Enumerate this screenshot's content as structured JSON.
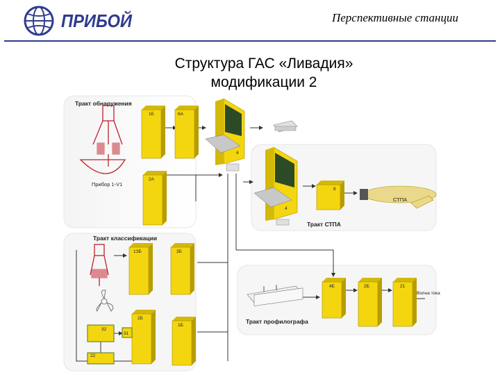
{
  "header": {
    "title": "Перспективные станции",
    "logo_text": "ПРИБОЙ"
  },
  "slide": {
    "title_line1": "Структура ГАС «Ливадия»",
    "title_line2": "модификации 2"
  },
  "diagram": {
    "tract_detection": "Тракт обнаружения",
    "device_label": "Прибор 1-V1",
    "tract_classification": "Тракт классификации",
    "tract_stpa": "Тракт СТПА",
    "tract_profilograph": "Тракт профилографа",
    "stpa_label": "СТПА",
    "side_note": "Волна тока",
    "cabinets": {
      "c1b": "1Б",
      "c6a": "6А",
      "c2a": "2А",
      "c1zb": "1ЗБ",
      "c3b": "3Б",
      "c2b": "2Б",
      "c1b2": "1Б",
      "c4b": "4Б",
      "c2b2": "2Б",
      "c21": "21"
    },
    "consoles": {
      "console1": "4",
      "console2": "4"
    },
    "stpa_box": "8",
    "small_boxes": {
      "b1": "32",
      "b2": "31",
      "b3": "22"
    }
  }
}
